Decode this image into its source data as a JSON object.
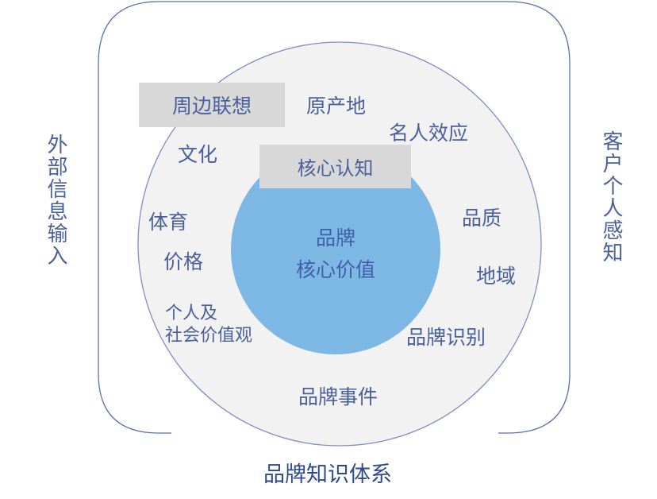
{
  "left_label": "外部信息输入",
  "right_label": "客户个人感知",
  "bottom_title": "品牌知识体系",
  "core": {
    "line1": "品牌",
    "line2": "核心价值"
  },
  "boxes": {
    "peripheral": "周边联想",
    "core_cognition": "核心认知"
  },
  "ring_items": {
    "origin": "原产地",
    "celebrity": "名人效应",
    "culture": "文化",
    "sports": "体育",
    "price": "价格",
    "values_line1": "个人及",
    "values_line2": "社会价值观",
    "quality": "品质",
    "region": "地域",
    "identity": "品牌识别",
    "events": "品牌事件"
  },
  "colors": {
    "outer_circle_fill": "#f2f2f2",
    "outer_circle_stroke": "#7d8fc4",
    "core_fill": "#7db8e4",
    "box_fill": "#d8d8d8",
    "text": "#4a5f9e",
    "frame_stroke": "#5a70b0"
  }
}
